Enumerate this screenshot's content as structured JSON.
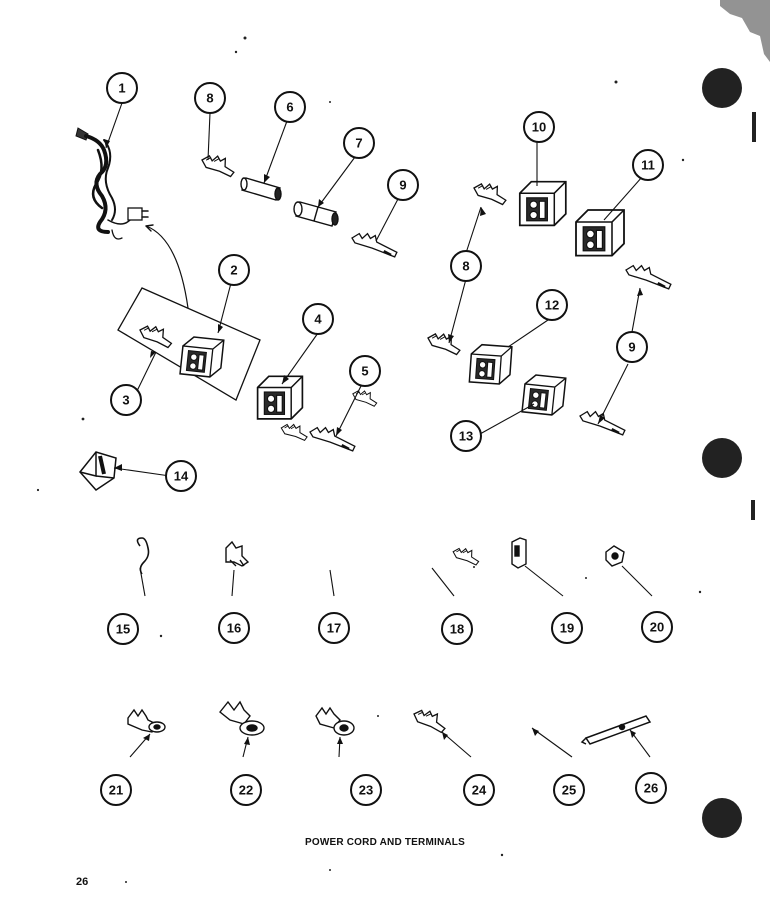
{
  "colors": {
    "ink": "#111111",
    "paper": "#ffffff"
  },
  "callouts": {
    "c1": "1",
    "c2": "2",
    "c3": "3",
    "c4": "4",
    "c5": "5",
    "c6": "6",
    "c7": "7",
    "c8a": "8",
    "c8b": "8",
    "c9a": "9",
    "c9b": "9",
    "c10": "10",
    "c11": "11",
    "c12": "12",
    "c13": "13",
    "c14": "14",
    "c15": "15",
    "c16": "16",
    "c17": "17",
    "c18": "18",
    "c19": "19",
    "c20": "20",
    "c21": "21",
    "c22": "22",
    "c23": "23",
    "c24": "24",
    "c25": "25",
    "c26": "26"
  },
  "caption": "POWER CORD AND TERMINALS",
  "page_number": "26"
}
